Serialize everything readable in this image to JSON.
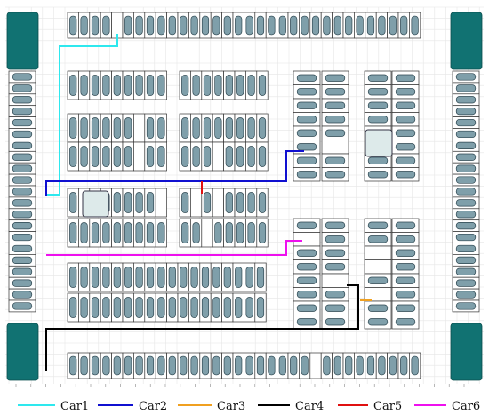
{
  "legend": {
    "items": [
      {
        "label": "Car1",
        "color": "#2ee8ee"
      },
      {
        "label": "Car2",
        "color": "#1010d0"
      },
      {
        "label": "Car3",
        "color": "#f0a020"
      },
      {
        "label": "Car4",
        "color": "#000000"
      },
      {
        "label": "Car5",
        "color": "#e01010"
      },
      {
        "label": "Car6",
        "color": "#ee10ee"
      }
    ]
  },
  "colors": {
    "grid": "#e6e6e6",
    "slot_fill": "#ffffff",
    "slot_stroke": "#333333",
    "car": "#7f9faa",
    "car_stroke": "#2d4650",
    "obstacle": "#ddeaea",
    "wall": "#117272"
  }
}
